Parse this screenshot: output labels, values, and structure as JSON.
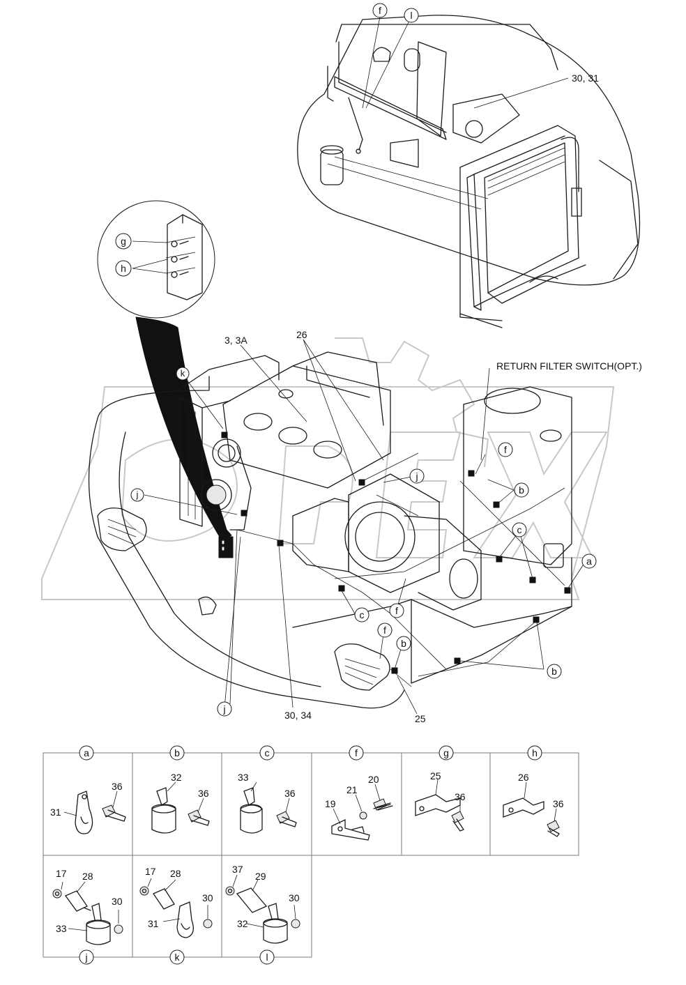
{
  "callouts": {
    "top_f": "f",
    "top_l": "l",
    "top_30_31": "30, 31",
    "zoom_g": "g",
    "zoom_h": "h",
    "m_3_3a": "3, 3A",
    "m_26": "26",
    "m_return_filter": "RETURN FILTER SWITCH(OPT.)",
    "m_k": "k",
    "m_j_left": "j",
    "m_j_right": "j",
    "m_f_right": "f",
    "m_b_upper": "b",
    "m_c_right": "c",
    "m_a": "a",
    "m_c_lower": "c",
    "m_f_lower": "f",
    "m_f_bottom": "f",
    "m_b_bottom": "b",
    "m_b_right": "b",
    "m_j_bottom": "j",
    "m_30_34": "30, 34",
    "m_25": "25"
  },
  "detail_grid": {
    "row1": [
      {
        "id": "a",
        "parts": {
          "p1": "31",
          "p2": "36"
        }
      },
      {
        "id": "b",
        "parts": {
          "p1": "32",
          "p2": "36"
        }
      },
      {
        "id": "c",
        "parts": {
          "p1": "33",
          "p2": "36"
        }
      },
      {
        "id": "f",
        "parts": {
          "p1": "19",
          "p2": "21",
          "p3": "20"
        }
      },
      {
        "id": "g",
        "parts": {
          "p1": "25",
          "p2": "36"
        }
      },
      {
        "id": "h",
        "parts": {
          "p1": "26",
          "p2": "36"
        }
      }
    ],
    "row2": [
      {
        "id": "j",
        "parts": {
          "p1": "17",
          "p2": "28",
          "p3": "33",
          "p4": "30"
        }
      },
      {
        "id": "k",
        "parts": {
          "p1": "17",
          "p2": "28",
          "p3": "31",
          "p4": "30"
        }
      },
      {
        "id": "l",
        "parts": {
          "p1": "37",
          "p2": "29",
          "p3": "32",
          "p4": "30"
        }
      }
    ]
  },
  "colors": {
    "line": "#1a1a1a",
    "watermark": "#c8c8c8",
    "background": "#ffffff"
  }
}
